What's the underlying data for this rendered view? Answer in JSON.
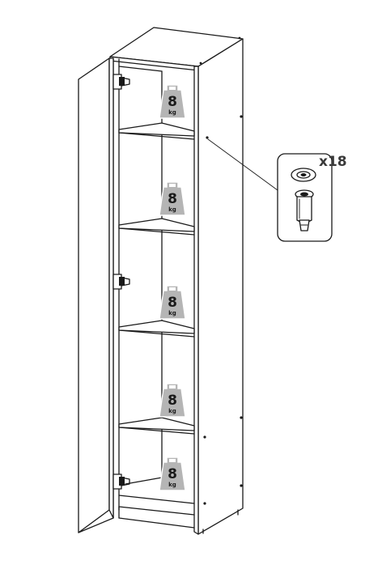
{
  "shelves": [
    {
      "id": 1,
      "load_value": "8",
      "load_unit": "kg"
    },
    {
      "id": 2,
      "load_value": "8",
      "load_unit": "kg"
    },
    {
      "id": 3,
      "load_value": "8",
      "load_unit": "kg"
    },
    {
      "id": 4,
      "load_value": "8",
      "load_unit": "kg"
    },
    {
      "id": 5,
      "load_value": "8",
      "load_unit": "kg"
    }
  ],
  "callout": {
    "quantity_label": "x18",
    "part": "shelf-support-pin-icon"
  },
  "colors": {
    "line": "#1a1a1a",
    "weight_fill": "#b5b5b5"
  }
}
